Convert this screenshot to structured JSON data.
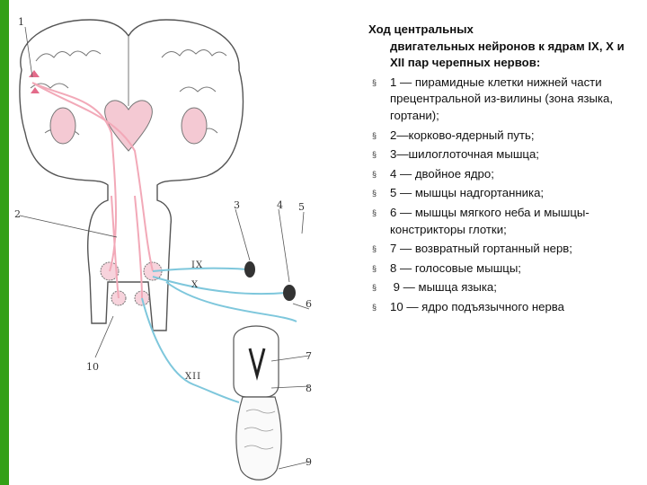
{
  "accent_green": "#33a017",
  "nerve_color": "#7ec7dc",
  "tract_color": "#f2a9b8",
  "title_line1": "Ход центральных",
  "title_rest": "двигательных нейронов к ядрам IX, X и XII пар черепных нервов:",
  "bullet_icon": "square-bullet",
  "legend": [
    "1 — пирамидные клетки нижней части прецентральной из-вилины (зона языка, гортани);",
    "2—корково-ядерный путь;",
    "3—шилоглоточная мышца;",
    "4 — двойное ядро;",
    "5 — мышцы надгортанника;",
    "6 — мышцы мягкого неба и мышцы-констрикторы глотки;",
    "7 — возвратный гортанный нерв;",
    "8 — голосовые мышцы;",
    " 9 — мышца языка;",
    "10 — ядро подъязычного нерва"
  ],
  "figure_labels": {
    "n1": "1",
    "n2": "2",
    "n3": "3",
    "n4": "4",
    "n5": "5",
    "n6": "6",
    "n7": "7",
    "n8": "8",
    "n9": "9",
    "n10": "10",
    "ix": "IX",
    "x": "X",
    "xii": "XII"
  }
}
